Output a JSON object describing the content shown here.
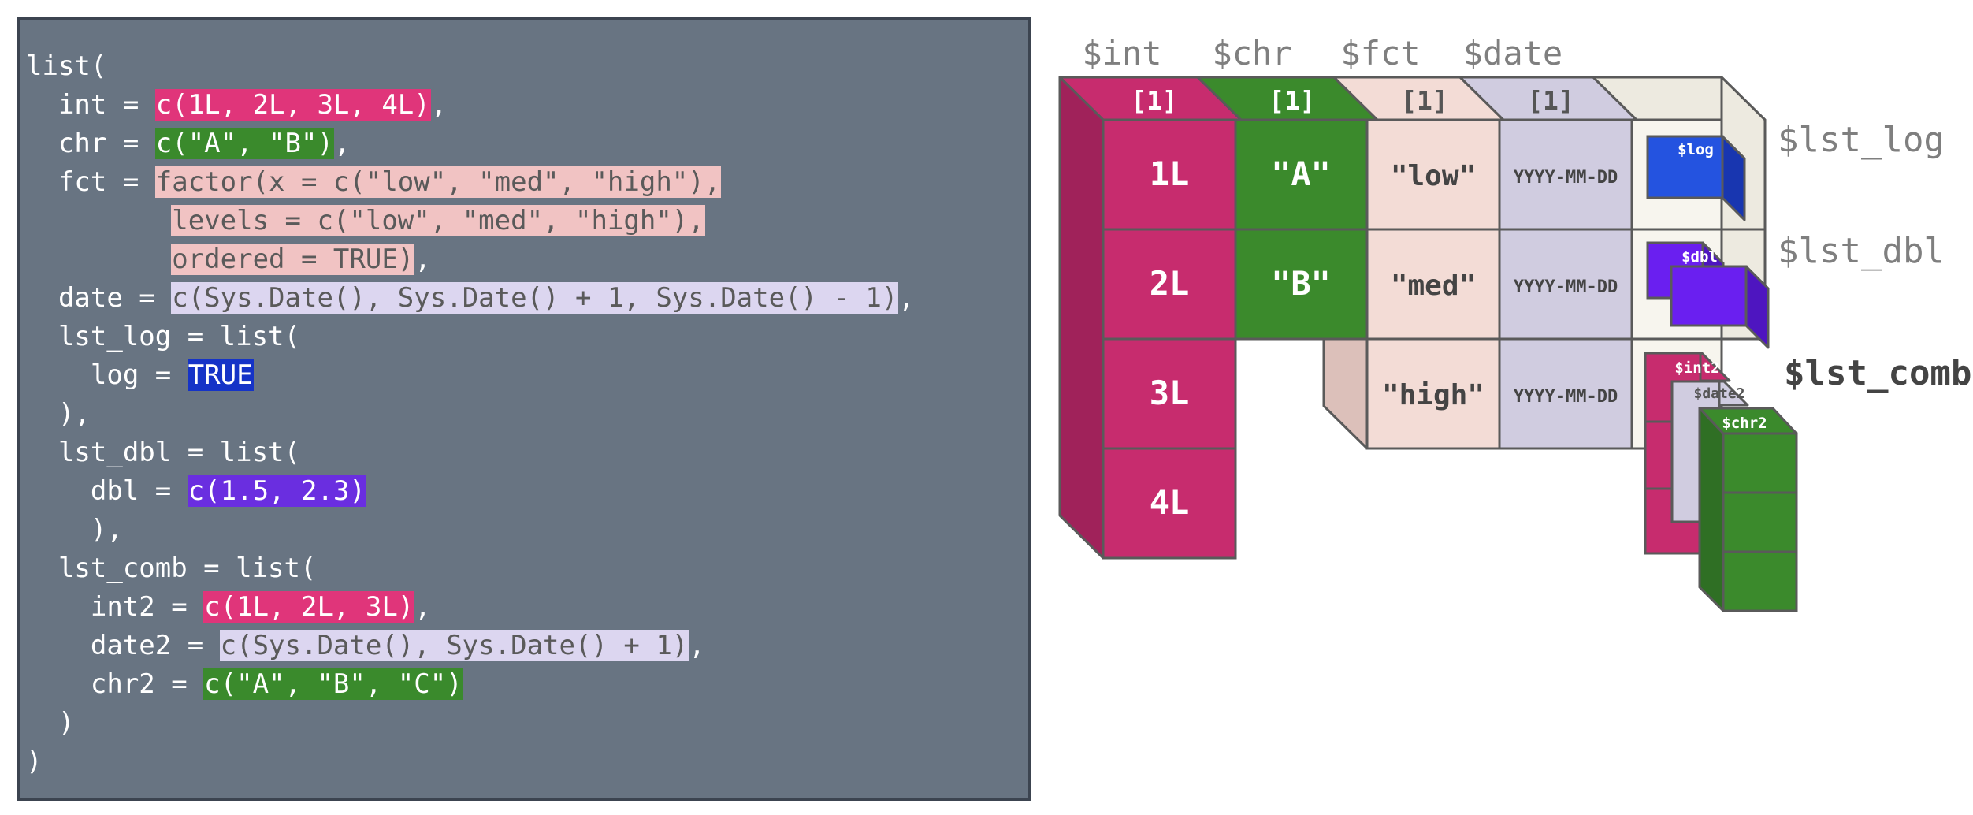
{
  "code_lines": [
    [
      {
        "t": "list("
      }
    ],
    [
      {
        "t": "  int = "
      },
      {
        "t": "c(1L, 2L, 3L, 4L)",
        "hl": "int"
      },
      {
        "t": ","
      }
    ],
    [
      {
        "t": "  chr = "
      },
      {
        "t": "c(\"A\", \"B\")",
        "hl": "chr"
      },
      {
        "t": ","
      }
    ],
    [
      {
        "t": "  fct = "
      },
      {
        "t": "factor(x = c(\"low\", \"med\", \"high\"),",
        "hl": "fct"
      }
    ],
    [
      {
        "t": "         "
      },
      {
        "t": "levels = c(\"low\", \"med\", \"high\"),",
        "hl": "fct"
      }
    ],
    [
      {
        "t": "         "
      },
      {
        "t": "ordered = TRUE)",
        "hl": "fct"
      },
      {
        "t": ","
      }
    ],
    [
      {
        "t": "  date = "
      },
      {
        "t": "c(Sys.Date(), Sys.Date() + 1, Sys.Date() - 1)",
        "hl": "date"
      },
      {
        "t": ","
      }
    ],
    [
      {
        "t": "  lst_log = list("
      }
    ],
    [
      {
        "t": "    log = "
      },
      {
        "t": "TRUE",
        "hl": "log"
      }
    ],
    [
      {
        "t": "  ),"
      }
    ],
    [
      {
        "t": "  lst_dbl = list("
      }
    ],
    [
      {
        "t": "    dbl = "
      },
      {
        "t": "c(1.5, 2.3)",
        "hl": "dbl"
      }
    ],
    [
      {
        "t": "    ),"
      }
    ],
    [
      {
        "t": "  lst_comb = list("
      }
    ],
    [
      {
        "t": "    int2 = "
      },
      {
        "t": "c(1L, 2L, 3L)",
        "hl": "int"
      },
      {
        "t": ","
      }
    ],
    [
      {
        "t": "    date2 = "
      },
      {
        "t": "c(Sys.Date(), Sys.Date() + 1)",
        "hl": "date"
      },
      {
        "t": ","
      }
    ],
    [
      {
        "t": "    chr2 = "
      },
      {
        "t": "c(\"A\", \"B\", \"C\")",
        "hl": "chr"
      }
    ],
    [
      {
        "t": "  )"
      }
    ],
    [
      {
        "t": ")"
      }
    ]
  ],
  "highlight_colors": {
    "int": {
      "bg": "#e0357a",
      "fg": "#ffffff"
    },
    "chr": {
      "bg": "#3a8a2c",
      "fg": "#ffffff"
    },
    "fct": {
      "bg": "#f1c3c3",
      "fg": "#5a5a5a"
    },
    "date": {
      "bg": "#dcd6f0",
      "fg": "#5a5a5a"
    },
    "log": {
      "bg": "#1533c7",
      "fg": "#ffffff"
    },
    "dbl": {
      "bg": "#6a2ee0",
      "fg": "#ffffff"
    }
  },
  "diagram": {
    "column_labels": [
      "$int",
      "$chr",
      "$fct",
      "$date"
    ],
    "index_label": "[1]",
    "columns": {
      "int": [
        "1L",
        "2L",
        "3L",
        "4L"
      ],
      "chr": [
        "\"A\"",
        "\"B\""
      ],
      "fct": [
        "\"low\"",
        "\"med\"",
        "\"high\""
      ],
      "date": [
        "YYYY-MM-DD",
        "YYYY-MM-DD",
        "YYYY-MM-DD"
      ]
    },
    "list_labels": {
      "lst_log": "$lst_log",
      "lst_dbl": "$lst_dbl",
      "lst_comb": "$lst_comb"
    },
    "inner_labels": {
      "log": "$log",
      "dbl": "$dbl",
      "int2": "$int2",
      "date2": "$date2",
      "chr2": "$chr2"
    },
    "colors": {
      "int": "#c72c6e",
      "int_dark": "#a0225a",
      "chr": "#3b8a2c",
      "chr_dark": "#2f6f24",
      "fct": "#f3dcd6",
      "fct_dark": "#dcc0ba",
      "date": "#d0cce0",
      "date_dark": "#b6b1cb",
      "list_bg": "#f7f5ee",
      "list_top": "#edeae0",
      "log": "#2453e0",
      "log_dark": "#1836b0",
      "dbl": "#6a1ff0",
      "dbl_dark": "#4e15c0",
      "label_gray": "#7f7f7f",
      "label_dark": "#444444",
      "edge": "#5a5a5a"
    }
  }
}
